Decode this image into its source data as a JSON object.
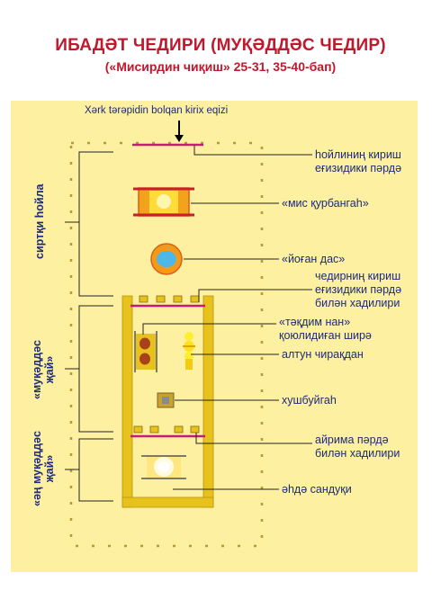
{
  "title": {
    "main": "ИБАДӘТ ЧЕДИРИ (МУҚӘДДӘС ЧЕДИР)",
    "sub": "(«Мисирдин чиқиш» 25-31, 35-40-бап)"
  },
  "entrance_label": "Xərk tərəpidin bolqan kirix eqizi",
  "labels": {
    "courtyard_curtain": "һойлиниң кириш\nеғизидики пәрдә",
    "bronze_altar": "«мис қурбангаһ»",
    "basin": "«йоған дас»",
    "tent_curtain": "чедирниң кириш\nеғизидики пәрдә\nбилән хадилири",
    "bread_table": "«тәқдим нан»\nқоюлидиған ширә",
    "lampstand": "алтун чирақдан",
    "incense_altar": "хушбуйгаһ",
    "veil": "айрима пәрдә\nбилән хадилири",
    "ark": "әһдә сандуқи"
  },
  "sections": {
    "outer_court": "сиртқи һойла",
    "holy_place": "«муқәддәс\nҗай»",
    "holy_of_holies": "«әң муқәддәс\nҗай»"
  },
  "colors": {
    "background": "#fdf0a0",
    "gold": "#e8c21c",
    "curtain": "#c8187a",
    "label_text": "#1c2b7d",
    "title": "#c0182c",
    "basin_water": "#4db8e8"
  }
}
